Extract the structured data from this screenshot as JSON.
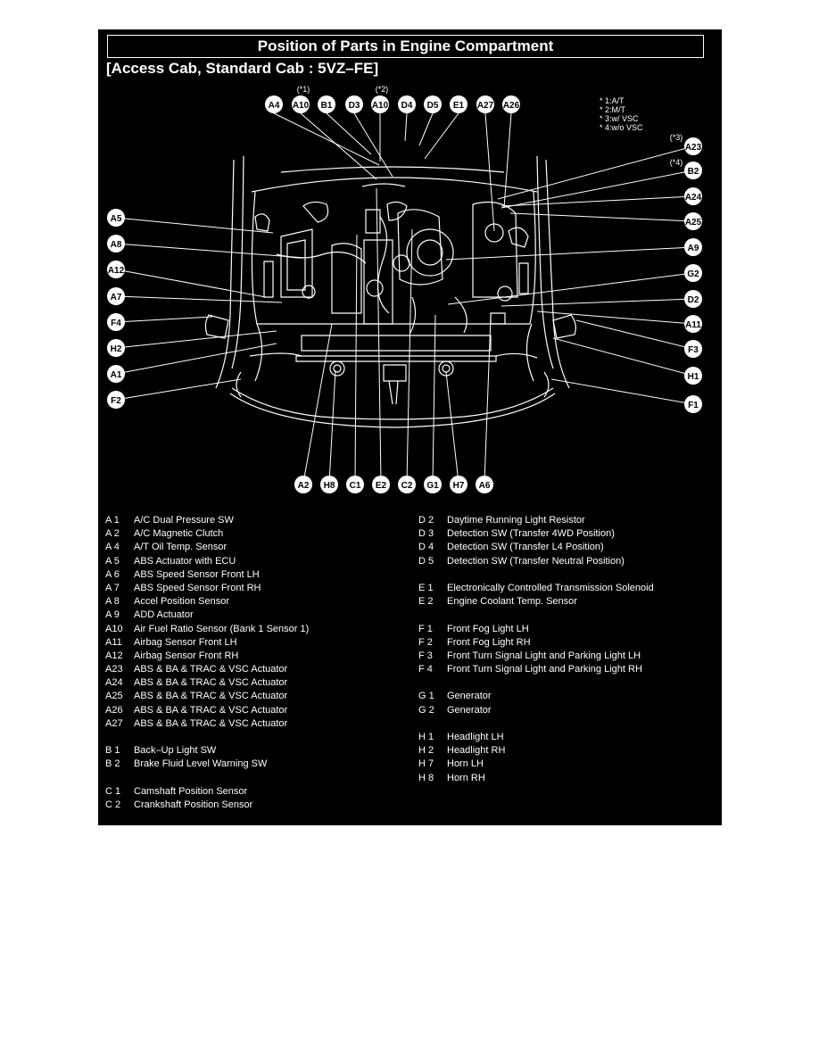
{
  "title": "Position of Parts in Engine Compartment",
  "subtitle": "[Access Cab, Standard Cab : 5VZ–FE]",
  "notes": [
    "* 1:A/T",
    "* 2:M/T",
    "* 3:w/ VSC",
    "* 4:w/o VSC"
  ],
  "callouts": {
    "top": [
      "A4",
      "A10",
      "B1",
      "D3",
      "A10",
      "D4",
      "D5",
      "E1",
      "A27",
      "A26"
    ],
    "top_notes": [
      "(*1)",
      "(*2)"
    ],
    "left": [
      "A5",
      "A8",
      "A12",
      "A7",
      "F4",
      "H2",
      "A1",
      "F2"
    ],
    "right": [
      "A23",
      "B2",
      "A24",
      "A25",
      "A9",
      "G2",
      "D2",
      "A11",
      "F3",
      "H1",
      "F1"
    ],
    "right_notes": [
      "(*3)",
      "(*4)"
    ],
    "bottom": [
      "A2",
      "H8",
      "C1",
      "E2",
      "C2",
      "G1",
      "H7",
      "A6"
    ]
  },
  "legend": {
    "left": [
      {
        "code": "A  1",
        "label": "A/C Dual Pressure SW"
      },
      {
        "code": "A  2",
        "label": "A/C Magnetic Clutch"
      },
      {
        "code": "A  4",
        "label": "A/T Oil Temp. Sensor"
      },
      {
        "code": "A  5",
        "label": "ABS Actuator with ECU"
      },
      {
        "code": "A  6",
        "label": "ABS Speed Sensor Front LH"
      },
      {
        "code": "A  7",
        "label": "ABS Speed Sensor Front RH"
      },
      {
        "code": "A  8",
        "label": "Accel Position Sensor"
      },
      {
        "code": "A  9",
        "label": "ADD Actuator"
      },
      {
        "code": "A10",
        "label": "Air Fuel Ratio Sensor (Bank 1 Sensor 1)"
      },
      {
        "code": "A11",
        "label": "Airbag Sensor Front LH"
      },
      {
        "code": "A12",
        "label": "Airbag Sensor Front RH"
      },
      {
        "code": "A23",
        "label": "ABS & BA & TRAC & VSC Actuator"
      },
      {
        "code": "A24",
        "label": "ABS & BA & TRAC & VSC Actuator"
      },
      {
        "code": "A25",
        "label": "ABS & BA & TRAC & VSC Actuator"
      },
      {
        "code": "A26",
        "label": "ABS & BA & TRAC & VSC Actuator"
      },
      {
        "code": "A27",
        "label": "ABS & BA & TRAC & VSC Actuator"
      },
      null,
      {
        "code": "B  1",
        "label": "Back–Up Light SW"
      },
      {
        "code": "B  2",
        "label": "Brake Fluid Level Warning SW"
      },
      null,
      {
        "code": "C  1",
        "label": "Camshaft Position Sensor"
      },
      {
        "code": "C  2",
        "label": "Crankshaft Position Sensor"
      }
    ],
    "right": [
      {
        "code": "D  2",
        "label": "Daytime Running Light Resistor"
      },
      {
        "code": "D  3",
        "label": "Detection SW (Transfer 4WD Position)"
      },
      {
        "code": "D  4",
        "label": "Detection SW (Transfer L4 Position)"
      },
      {
        "code": "D  5",
        "label": "Detection SW (Transfer Neutral Position)"
      },
      null,
      {
        "code": "E  1",
        "label": "Electronically Controlled Transmission Solenoid"
      },
      {
        "code": "E  2",
        "label": "Engine Coolant Temp. Sensor"
      },
      null,
      {
        "code": "F  1",
        "label": "Front Fog Light LH"
      },
      {
        "code": "F  2",
        "label": "Front Fog Light RH"
      },
      {
        "code": "F  3",
        "label": "Front Turn Signal Light and Parking Light LH"
      },
      {
        "code": "F  4",
        "label": "Front Turn Signal Light and Parking Light RH"
      },
      null,
      {
        "code": "G  1",
        "label": "Generator"
      },
      {
        "code": "G  2",
        "label": "Generator"
      },
      null,
      {
        "code": "H  1",
        "label": "Headlight LH"
      },
      {
        "code": "H  2",
        "label": "Headlight RH"
      },
      {
        "code": "H  7",
        "label": "Horn LH"
      },
      {
        "code": "H  8",
        "label": "Horn RH"
      }
    ]
  }
}
